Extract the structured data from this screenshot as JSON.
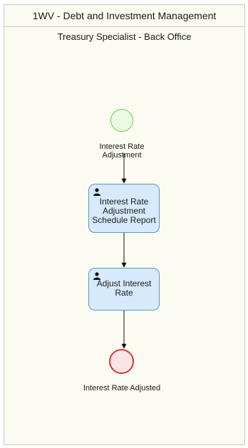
{
  "pool": {
    "title": "1WV - Debt and Investment Management"
  },
  "lane": {
    "title": "Treasury Specialist - Back Office"
  },
  "start_event": {
    "label": "Interest Rate Adjustment"
  },
  "tasks": [
    {
      "label": "Interest Rate Adjustment Schedule Report",
      "icon": "user-icon"
    },
    {
      "label": "Adjust Interest Rate",
      "icon": "user-icon"
    }
  ],
  "end_event": {
    "label": "Interest Rate Adjusted"
  },
  "colors": {
    "pool_bg": "#fbfbf1",
    "task_fill": "#d7eafc",
    "task_border": "#5d97c7",
    "start_fill": "#ecfce4",
    "start_border": "#6cc94b",
    "end_fill": "#fde4e4",
    "end_border": "#d13a3a"
  }
}
